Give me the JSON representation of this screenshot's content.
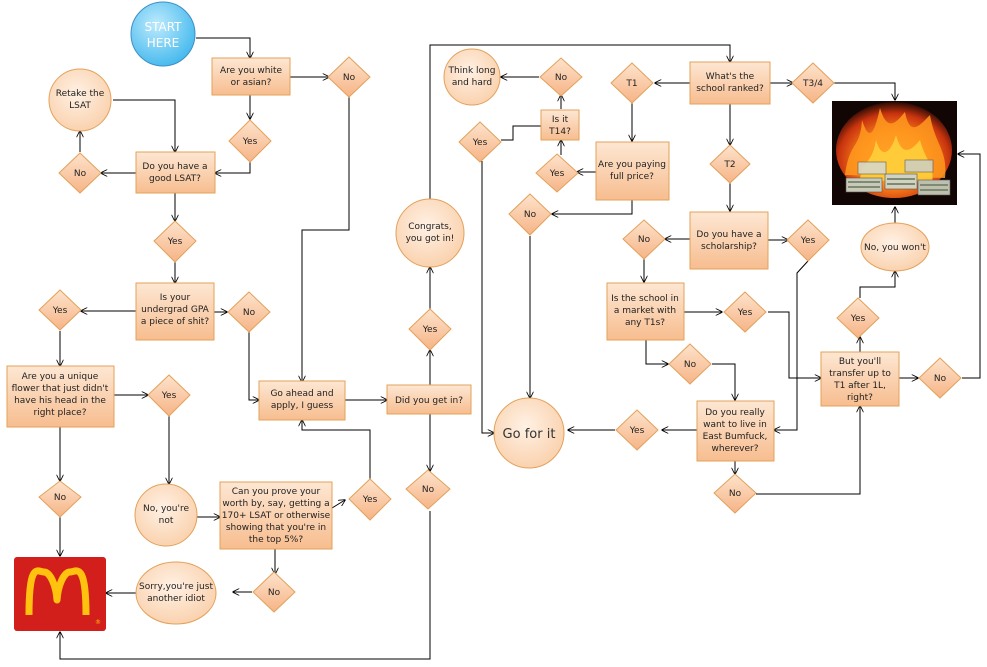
{
  "nodes": {
    "start": [
      "START",
      "HERE"
    ],
    "white_asian": [
      "Are you white",
      "or asian?"
    ],
    "d_no_white": [
      "No"
    ],
    "d_yes_white": [
      "Yes"
    ],
    "retake": [
      "Retake the",
      "LSAT"
    ],
    "d_no_lsat": [
      "No"
    ],
    "good_lsat": [
      "Do you have a",
      "good LSAT?"
    ],
    "d_yes_lsat": [
      "Yes"
    ],
    "gpa": [
      "Is your",
      "undergrad GPA",
      "a piece of shit?"
    ],
    "d_yes_gpa": [
      "Yes"
    ],
    "d_no_gpa": [
      "No"
    ],
    "unique": [
      "Are you a unique",
      "flower that just didn't",
      "have his head in the",
      "right place?"
    ],
    "d_yes_unique": [
      "Yes"
    ],
    "d_no_unique": [
      "No"
    ],
    "no_not": [
      "No, you're",
      "not"
    ],
    "prove": [
      "Can you prove your",
      "worth by, say, getting a",
      "170+ LSAT or otherwise",
      "showing that you're in",
      "the top 5%?"
    ],
    "d_yes_prove": [
      "Yes"
    ],
    "d_no_prove": [
      "No"
    ],
    "idiot": [
      "Sorry,you're just",
      "another idiot"
    ],
    "apply": [
      "Go ahead and",
      "apply, I guess"
    ],
    "got_in": [
      "Did you get in?"
    ],
    "d_yes_in": [
      "Yes"
    ],
    "d_no_in": [
      "No"
    ],
    "congrats": [
      "Congrats,",
      "you got in!"
    ],
    "think": [
      "Think long",
      "and hard"
    ],
    "d_no_t14": [
      "No"
    ],
    "is_t14": [
      "Is it",
      "T14?"
    ],
    "d_yes_t14": [
      "Yes"
    ],
    "d_yes_left": [
      "Yes"
    ],
    "full_price": [
      "Are you paying",
      "full price?"
    ],
    "d_no_full": [
      "No"
    ],
    "d_t1": [
      "T1"
    ],
    "ranked": [
      "What's the",
      "school ranked?"
    ],
    "d_t34": [
      "T3/4"
    ],
    "d_t2": [
      "T2"
    ],
    "scholarship": [
      "Do you have a",
      "scholarship?"
    ],
    "d_no_sch": [
      "No"
    ],
    "d_yes_sch": [
      "Yes"
    ],
    "market": [
      "Is the school in",
      "a market with",
      "any T1s?"
    ],
    "d_yes_market": [
      "Yes"
    ],
    "d_no_market": [
      "No"
    ],
    "go_for_it": [
      "Go for it"
    ],
    "bumfuck": [
      "Do you really",
      "want to live in",
      "East Bumfuck,",
      "wherever?"
    ],
    "d_yes_bum": [
      "Yes"
    ],
    "d_no_bum": [
      "No"
    ],
    "transfer": [
      "But you'll",
      "transfer up to",
      "T1 after 1L,",
      "right?"
    ],
    "d_yes_transfer": [
      "Yes"
    ],
    "d_no_transfer": [
      "No"
    ],
    "no_wont": [
      "No, you won't"
    ]
  },
  "logo": {
    "registered_mark": "®"
  },
  "colors": {
    "node_fill_top": "#fde3cc",
    "node_fill_bottom": "#f6b88a",
    "node_stroke": "#e3a15a",
    "start_fill": "#5cc6f2",
    "logo_red": "#d21f1b",
    "logo_gold": "#ffc20e"
  }
}
